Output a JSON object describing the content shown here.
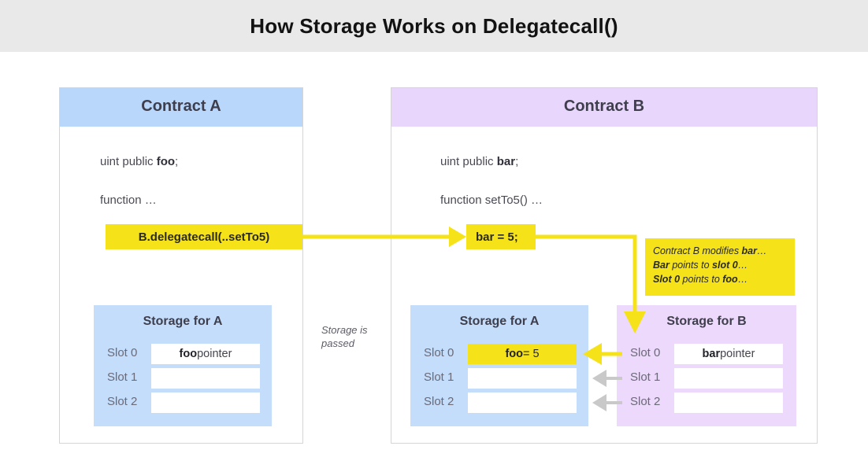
{
  "title": "How Storage Works on Delegatecall()",
  "colors": {
    "band": "#e9e9e9",
    "contract_a_header": "#b9d7fb",
    "contract_b_header": "#e9d6fd",
    "highlight_yellow": "#f5e218",
    "storage_blue": "#c4ddfb",
    "storage_purple": "#edd9fb",
    "arrow_gray": "#c9c9c9"
  },
  "contract_a": {
    "header": "Contract A",
    "declaration_pre": "uint public ",
    "declaration_var": "foo",
    "declaration_post": ";",
    "function_line": "function …",
    "call_chip": "B.delegatecall(..setTo5)",
    "storage": {
      "title": "Storage for A",
      "rows": [
        {
          "label": "Slot 0",
          "value_bold": "foo",
          "value_rest": " pointer",
          "highlighted": false
        },
        {
          "label": "Slot 1",
          "value_bold": "",
          "value_rest": "",
          "highlighted": false
        },
        {
          "label": "Slot 2",
          "value_bold": "",
          "value_rest": "",
          "highlighted": false
        }
      ]
    }
  },
  "contract_b": {
    "header": "Contract B",
    "declaration_pre": "uint public ",
    "declaration_var": "bar",
    "declaration_post": ";",
    "function_line": "function setTo5() …",
    "assign_chip": "bar = 5;",
    "note": {
      "line1_pre": "Contract B modifies ",
      "line1_bold": "bar",
      "line1_post": "…",
      "line2_bold1": "Bar",
      "line2_mid": " points to ",
      "line2_bold2": "slot 0",
      "line2_post": "…",
      "line3_bold1": "Slot 0",
      "line3_mid": " points to ",
      "line3_bold2": "foo",
      "line3_post": "…"
    },
    "storage_a_copy": {
      "title": "Storage for A",
      "rows": [
        {
          "label": "Slot 0",
          "value_bold": "foo",
          "value_rest": " = 5",
          "highlighted": true
        },
        {
          "label": "Slot 1",
          "value_bold": "",
          "value_rest": "",
          "highlighted": false
        },
        {
          "label": "Slot 2",
          "value_bold": "",
          "value_rest": "",
          "highlighted": false
        }
      ]
    },
    "storage_b": {
      "title": "Storage for B",
      "rows": [
        {
          "label": "Slot 0",
          "value_bold": "bar",
          "value_rest": " pointer",
          "highlighted": false
        },
        {
          "label": "Slot 1",
          "value_bold": "",
          "value_rest": "",
          "highlighted": false
        },
        {
          "label": "Slot 2",
          "value_bold": "",
          "value_rest": "",
          "highlighted": false
        }
      ]
    }
  },
  "middle_note": {
    "line1": "Storage is",
    "line2": "passed"
  }
}
